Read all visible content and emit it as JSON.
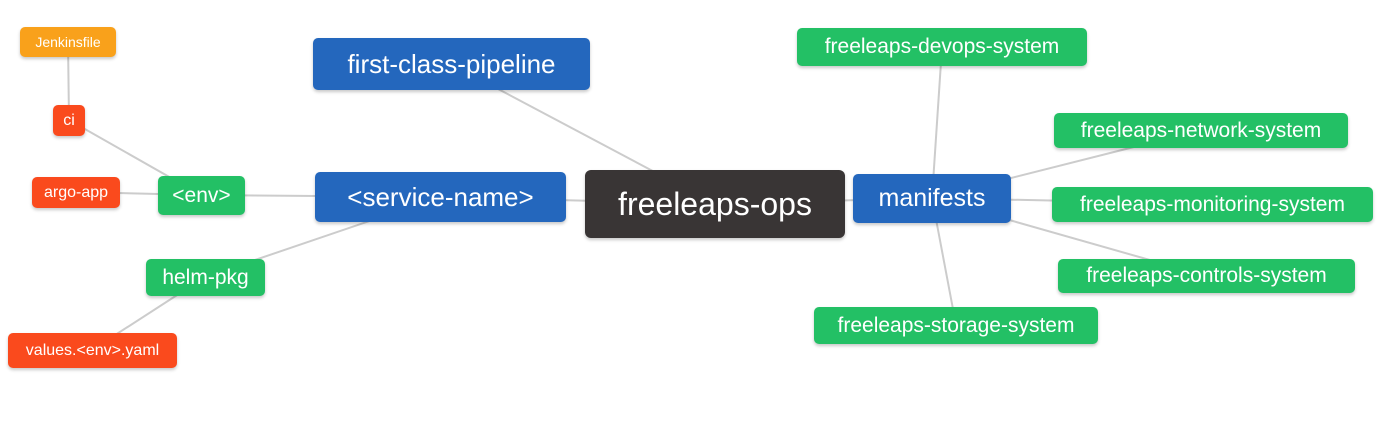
{
  "palette": {
    "background": "#ffffff",
    "root_bg": "#393535",
    "level1_bg": "#2467bd",
    "level2_bg": "#23c065",
    "level3_bg": "#fa4a1d",
    "level4_bg": "#f9a11b",
    "node_text": "#ffffff",
    "edge_color": "#cccccc"
  },
  "nodes": {
    "root": {
      "label": "freeleaps-ops",
      "depth": 0
    },
    "first_class_pipeline": {
      "label": "first-class-pipeline",
      "depth": 1,
      "parent": "freeleaps-ops"
    },
    "service_name": {
      "label": "<service-name>",
      "depth": 1,
      "parent": "freeleaps-ops"
    },
    "manifests": {
      "label": "manifests",
      "depth": 1,
      "parent": "freeleaps-ops"
    },
    "env": {
      "label": "<env>",
      "depth": 2,
      "parent": "<service-name>"
    },
    "helm_pkg": {
      "label": "helm-pkg",
      "depth": 2,
      "parent": "<service-name>"
    },
    "ci": {
      "label": "ci",
      "depth": 3,
      "parent": "<env>"
    },
    "argo_app": {
      "label": "argo-app",
      "depth": 3,
      "parent": "<env>"
    },
    "jenkinsfile": {
      "label": "Jenkinsfile",
      "depth": 4,
      "parent": "ci"
    },
    "values_env_yaml": {
      "label": "values.<env>.yaml",
      "depth": 3,
      "parent": "helm-pkg"
    },
    "devops_system": {
      "label": "freeleaps-devops-system",
      "depth": 2,
      "parent": "manifests"
    },
    "network_system": {
      "label": "freeleaps-network-system",
      "depth": 2,
      "parent": "manifests"
    },
    "monitoring_system": {
      "label": "freeleaps-monitoring-system",
      "depth": 2,
      "parent": "manifests"
    },
    "controls_system": {
      "label": "freeleaps-controls-system",
      "depth": 2,
      "parent": "manifests"
    },
    "storage_system": {
      "label": "freeleaps-storage-system",
      "depth": 2,
      "parent": "manifests"
    }
  },
  "connections": [
    [
      "Jenkinsfile",
      "ci"
    ],
    [
      "ci",
      "<env>"
    ],
    [
      "argo-app",
      "<env>"
    ],
    [
      "<env>",
      "<service-name>"
    ],
    [
      "helm-pkg",
      "<service-name>"
    ],
    [
      "values.<env>.yaml",
      "helm-pkg"
    ],
    [
      "first-class-pipeline",
      "freeleaps-ops"
    ],
    [
      "<service-name>",
      "freeleaps-ops"
    ],
    [
      "freeleaps-ops",
      "manifests"
    ],
    [
      "manifests",
      "freeleaps-devops-system"
    ],
    [
      "manifests",
      "freeleaps-network-system"
    ],
    [
      "manifests",
      "freeleaps-monitoring-system"
    ],
    [
      "manifests",
      "freeleaps-controls-system"
    ],
    [
      "manifests",
      "freeleaps-storage-system"
    ]
  ]
}
